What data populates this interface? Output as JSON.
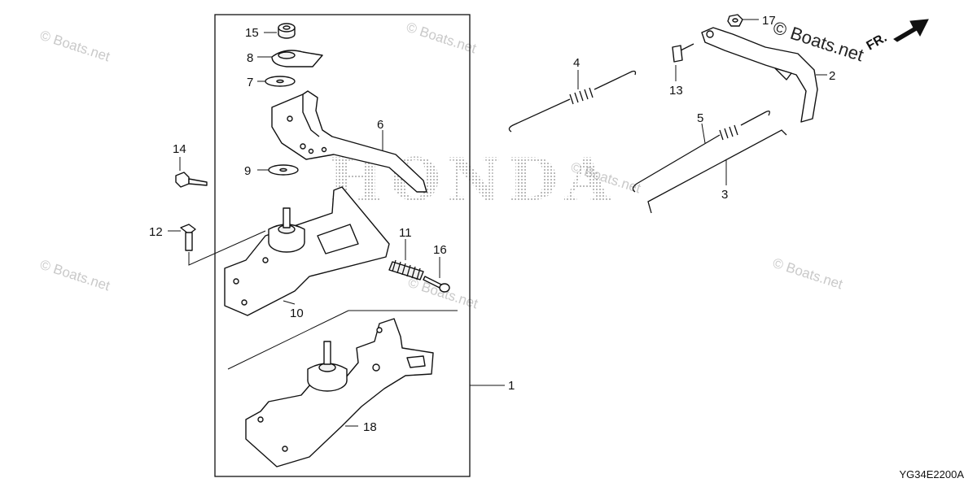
{
  "diagram": {
    "callouts": [
      "1",
      "2",
      "3",
      "4",
      "5",
      "6",
      "7",
      "8",
      "9",
      "10",
      "11",
      "12",
      "13",
      "14",
      "15",
      "16",
      "17",
      "18"
    ],
    "logo_text": "HONDA",
    "direction_marker": "FR.",
    "watermarks": [
      "© Boats.net",
      "© Boats.net",
      "© Boats.net",
      "© Boats.net",
      "© Boats.net",
      "© Boats.net"
    ],
    "brand_watermark": "© Boats.net",
    "diagram_code": "YG34E2200A"
  }
}
